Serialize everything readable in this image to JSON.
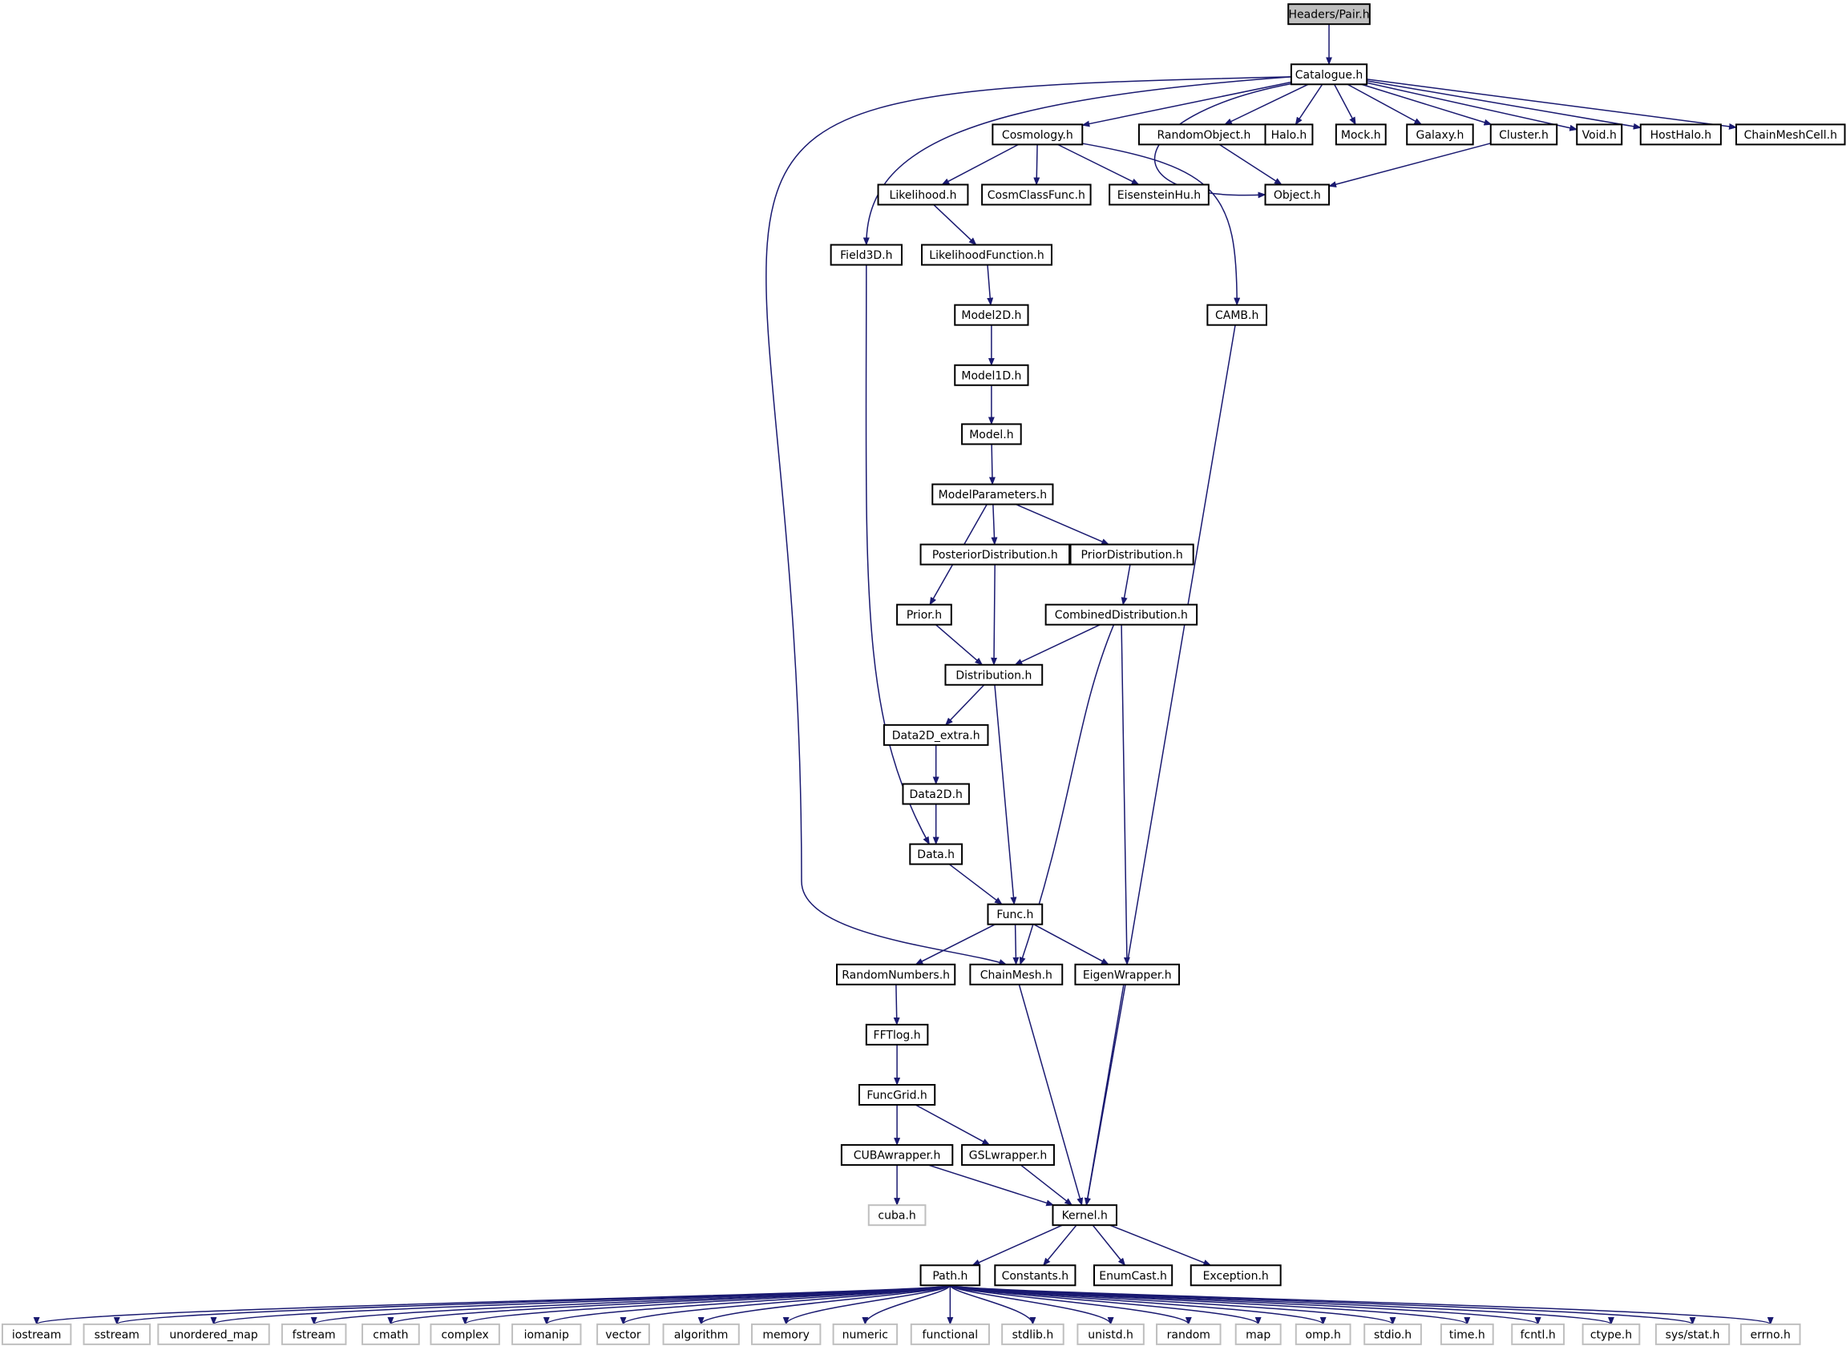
{
  "diagram_title": "",
  "colors": {
    "edge": "#191970",
    "node_border": "#000000",
    "root_fill": "#bfbfbf",
    "external_border": "#bfbfbf",
    "node_fill": "#ffffff"
  },
  "nodes": [
    {
      "id": "pair",
      "label": "Headers/Pair.h",
      "kind": "root"
    },
    {
      "id": "catalogue",
      "label": "Catalogue.h",
      "kind": "local"
    },
    {
      "id": "cosmology",
      "label": "Cosmology.h",
      "kind": "local"
    },
    {
      "id": "randomobject",
      "label": "RandomObject.h",
      "kind": "local"
    },
    {
      "id": "halo",
      "label": "Halo.h",
      "kind": "local"
    },
    {
      "id": "mock",
      "label": "Mock.h",
      "kind": "local"
    },
    {
      "id": "galaxy",
      "label": "Galaxy.h",
      "kind": "local"
    },
    {
      "id": "cluster",
      "label": "Cluster.h",
      "kind": "local"
    },
    {
      "id": "void",
      "label": "Void.h",
      "kind": "local"
    },
    {
      "id": "hosthalo",
      "label": "HostHalo.h",
      "kind": "local"
    },
    {
      "id": "chainmeshcell",
      "label": "ChainMeshCell.h",
      "kind": "local"
    },
    {
      "id": "likelihood",
      "label": "Likelihood.h",
      "kind": "local"
    },
    {
      "id": "cosmclassfunc",
      "label": "CosmClassFunc.h",
      "kind": "local"
    },
    {
      "id": "eisensteinhu",
      "label": "EisensteinHu.h",
      "kind": "local"
    },
    {
      "id": "object",
      "label": "Object.h",
      "kind": "local"
    },
    {
      "id": "field3d",
      "label": "Field3D.h",
      "kind": "local"
    },
    {
      "id": "likelihoodfunction",
      "label": "LikelihoodFunction.h",
      "kind": "local"
    },
    {
      "id": "camb",
      "label": "CAMB.h",
      "kind": "local"
    },
    {
      "id": "model2d",
      "label": "Model2D.h",
      "kind": "local"
    },
    {
      "id": "model1d",
      "label": "Model1D.h",
      "kind": "local"
    },
    {
      "id": "model",
      "label": "Model.h",
      "kind": "local"
    },
    {
      "id": "modelparameters",
      "label": "ModelParameters.h",
      "kind": "local"
    },
    {
      "id": "posteriordistribution",
      "label": "PosteriorDistribution.h",
      "kind": "local"
    },
    {
      "id": "priordistribution",
      "label": "PriorDistribution.h",
      "kind": "local"
    },
    {
      "id": "prior",
      "label": "Prior.h",
      "kind": "local"
    },
    {
      "id": "combineddistribution",
      "label": "CombinedDistribution.h",
      "kind": "local"
    },
    {
      "id": "distribution",
      "label": "Distribution.h",
      "kind": "local"
    },
    {
      "id": "data2dextra",
      "label": "Data2D_extra.h",
      "kind": "local"
    },
    {
      "id": "data2d",
      "label": "Data2D.h",
      "kind": "local"
    },
    {
      "id": "data",
      "label": "Data.h",
      "kind": "local"
    },
    {
      "id": "func",
      "label": "Func.h",
      "kind": "local"
    },
    {
      "id": "randomnumbers",
      "label": "RandomNumbers.h",
      "kind": "local"
    },
    {
      "id": "chainmesh",
      "label": "ChainMesh.h",
      "kind": "local"
    },
    {
      "id": "eigenwrapper",
      "label": "EigenWrapper.h",
      "kind": "local"
    },
    {
      "id": "fftlog",
      "label": "FFTlog.h",
      "kind": "local"
    },
    {
      "id": "funcgrid",
      "label": "FuncGrid.h",
      "kind": "local"
    },
    {
      "id": "cubawrapper",
      "label": "CUBAwrapper.h",
      "kind": "local"
    },
    {
      "id": "gslwrapper",
      "label": "GSLwrapper.h",
      "kind": "local"
    },
    {
      "id": "cuba",
      "label": "cuba.h",
      "kind": "external"
    },
    {
      "id": "kernel",
      "label": "Kernel.h",
      "kind": "local"
    },
    {
      "id": "path",
      "label": "Path.h",
      "kind": "local"
    },
    {
      "id": "constants",
      "label": "Constants.h",
      "kind": "local"
    },
    {
      "id": "enumcast",
      "label": "EnumCast.h",
      "kind": "local"
    },
    {
      "id": "exception",
      "label": "Exception.h",
      "kind": "local"
    },
    {
      "id": "iostream",
      "label": "iostream",
      "kind": "external"
    },
    {
      "id": "sstream",
      "label": "sstream",
      "kind": "external"
    },
    {
      "id": "unordered_map",
      "label": "unordered_map",
      "kind": "external"
    },
    {
      "id": "fstream",
      "label": "fstream",
      "kind": "external"
    },
    {
      "id": "cmath",
      "label": "cmath",
      "kind": "external"
    },
    {
      "id": "complex",
      "label": "complex",
      "kind": "external"
    },
    {
      "id": "iomanip",
      "label": "iomanip",
      "kind": "external"
    },
    {
      "id": "vector",
      "label": "vector",
      "kind": "external"
    },
    {
      "id": "algorithm",
      "label": "algorithm",
      "kind": "external"
    },
    {
      "id": "memory",
      "label": "memory",
      "kind": "external"
    },
    {
      "id": "numeric",
      "label": "numeric",
      "kind": "external"
    },
    {
      "id": "functional",
      "label": "functional",
      "kind": "external"
    },
    {
      "id": "stdlib",
      "label": "stdlib.h",
      "kind": "external"
    },
    {
      "id": "unistd",
      "label": "unistd.h",
      "kind": "external"
    },
    {
      "id": "random",
      "label": "random",
      "kind": "external"
    },
    {
      "id": "map",
      "label": "map",
      "kind": "external"
    },
    {
      "id": "omp",
      "label": "omp.h",
      "kind": "external"
    },
    {
      "id": "stdio",
      "label": "stdio.h",
      "kind": "external"
    },
    {
      "id": "time",
      "label": "time.h",
      "kind": "external"
    },
    {
      "id": "fcntl",
      "label": "fcntl.h",
      "kind": "external"
    },
    {
      "id": "ctype",
      "label": "ctype.h",
      "kind": "external"
    },
    {
      "id": "sysstat",
      "label": "sys/stat.h",
      "kind": "external"
    },
    {
      "id": "errno",
      "label": "errno.h",
      "kind": "external"
    }
  ],
  "edges": [
    [
      "pair",
      "catalogue"
    ],
    [
      "catalogue",
      "cosmology"
    ],
    [
      "catalogue",
      "randomobject"
    ],
    [
      "catalogue",
      "halo"
    ],
    [
      "catalogue",
      "mock"
    ],
    [
      "catalogue",
      "galaxy"
    ],
    [
      "catalogue",
      "cluster"
    ],
    [
      "catalogue",
      "void"
    ],
    [
      "catalogue",
      "hosthalo"
    ],
    [
      "catalogue",
      "chainmeshcell"
    ],
    [
      "catalogue",
      "field3d"
    ],
    [
      "catalogue",
      "object"
    ],
    [
      "catalogue",
      "chainmesh"
    ],
    [
      "cosmology",
      "likelihood"
    ],
    [
      "cosmology",
      "cosmclassfunc"
    ],
    [
      "cosmology",
      "eisensteinhu"
    ],
    [
      "cosmology",
      "camb"
    ],
    [
      "randomobject",
      "object"
    ],
    [
      "cluster",
      "object"
    ],
    [
      "likelihood",
      "likelihoodfunction"
    ],
    [
      "likelihoodfunction",
      "model2d"
    ],
    [
      "model2d",
      "model1d"
    ],
    [
      "model1d",
      "model"
    ],
    [
      "model",
      "modelparameters"
    ],
    [
      "modelparameters",
      "posteriordistribution"
    ],
    [
      "modelparameters",
      "priordistribution"
    ],
    [
      "modelparameters",
      "prior"
    ],
    [
      "priordistribution",
      "combineddistribution"
    ],
    [
      "posteriordistribution",
      "distribution"
    ],
    [
      "prior",
      "distribution"
    ],
    [
      "combineddistribution",
      "distribution"
    ],
    [
      "combineddistribution",
      "chainmesh"
    ],
    [
      "combineddistribution",
      "eigenwrapper"
    ],
    [
      "distribution",
      "data2dextra"
    ],
    [
      "distribution",
      "func"
    ],
    [
      "data2dextra",
      "data2d"
    ],
    [
      "data2d",
      "data"
    ],
    [
      "field3d",
      "data"
    ],
    [
      "data",
      "func"
    ],
    [
      "func",
      "randomnumbers"
    ],
    [
      "func",
      "chainmesh"
    ],
    [
      "func",
      "eigenwrapper"
    ],
    [
      "randomnumbers",
      "fftlog"
    ],
    [
      "fftlog",
      "funcgrid"
    ],
    [
      "funcgrid",
      "cubawrapper"
    ],
    [
      "funcgrid",
      "gslwrapper"
    ],
    [
      "cubawrapper",
      "cuba"
    ],
    [
      "cubawrapper",
      "kernel"
    ],
    [
      "gslwrapper",
      "kernel"
    ],
    [
      "chainmesh",
      "kernel"
    ],
    [
      "eigenwrapper",
      "kernel"
    ],
    [
      "camb",
      "kernel"
    ],
    [
      "kernel",
      "path"
    ],
    [
      "kernel",
      "constants"
    ],
    [
      "kernel",
      "enumcast"
    ],
    [
      "kernel",
      "exception"
    ],
    [
      "path",
      "iostream"
    ],
    [
      "path",
      "sstream"
    ],
    [
      "path",
      "unordered_map"
    ],
    [
      "path",
      "fstream"
    ],
    [
      "path",
      "cmath"
    ],
    [
      "path",
      "complex"
    ],
    [
      "path",
      "iomanip"
    ],
    [
      "path",
      "vector"
    ],
    [
      "path",
      "algorithm"
    ],
    [
      "path",
      "memory"
    ],
    [
      "path",
      "numeric"
    ],
    [
      "path",
      "functional"
    ],
    [
      "path",
      "stdlib"
    ],
    [
      "path",
      "unistd"
    ],
    [
      "path",
      "random"
    ],
    [
      "path",
      "map"
    ],
    [
      "path",
      "omp"
    ],
    [
      "path",
      "stdio"
    ],
    [
      "path",
      "time"
    ],
    [
      "path",
      "fcntl"
    ],
    [
      "path",
      "ctype"
    ],
    [
      "path",
      "sysstat"
    ],
    [
      "path",
      "errno"
    ]
  ]
}
